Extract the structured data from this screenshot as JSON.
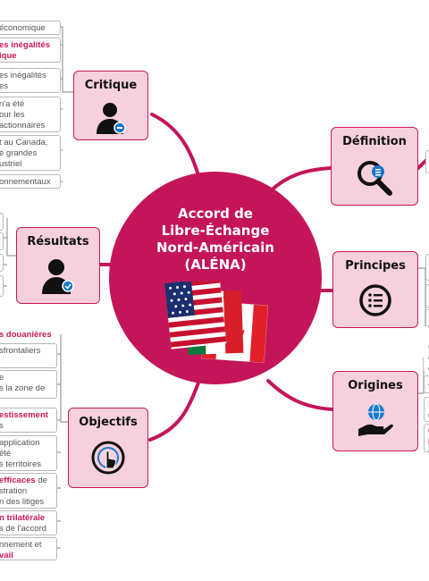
{
  "center": {
    "title_lines": [
      "Accord de",
      "Libre-Échange",
      "Nord-Américain",
      "(ALÉNA)"
    ],
    "image": "us-mexico-canada-flags"
  },
  "colors": {
    "accent": "#c4155a",
    "node_fill": "#f6d0dc",
    "node_border": "#c9195c"
  },
  "topics": {
    "critique": {
      "title": "Critique",
      "icon": "user-minus-icon"
    },
    "definition": {
      "title": "Définition",
      "icon": "search-list-icon"
    },
    "resultats": {
      "title": "Résultats",
      "icon": "user-check-icon"
    },
    "principes": {
      "title": "Principes",
      "icon": "list-circle-icon"
    },
    "objectifs": {
      "title": "Objectifs",
      "icon": "touch-icon"
    },
    "origines": {
      "title": "Origines",
      "icon": "globe-hand-icon"
    }
  },
  "leaves": {
    "critique": [
      [
        "économique",
        ""
      ],
      [
        "es inégalités",
        "em"
      ],
      [
        "ique",
        "em"
      ],
      [
        "es inégalités",
        ""
      ],
      [
        "es",
        ""
      ],
      [
        "n'a été",
        ""
      ],
      [
        "our les",
        ""
      ],
      [
        "actionnaires",
        ""
      ],
      [
        "t au Canada,",
        ""
      ],
      [
        "é grandes",
        ""
      ],
      [
        "ustriel",
        ""
      ],
      [
        "onnementaux",
        ""
      ]
    ],
    "objectifs": [
      [
        "s douanières",
        "em"
      ],
      [
        "sfrontaliers",
        ""
      ],
      [
        "e",
        ""
      ],
      [
        "s la zone de",
        ""
      ],
      [
        "estissement",
        "em"
      ],
      [
        "s",
        ""
      ],
      [
        "application",
        ""
      ],
      [
        "été",
        ""
      ],
      [
        "s territoires",
        ""
      ],
      [
        "efficaces",
        "em"
      ],
      [
        "de",
        ""
      ],
      [
        "stration",
        ""
      ],
      [
        "n des litiges",
        ""
      ],
      [
        "n trilatérale",
        "em"
      ],
      [
        "s de l'accord",
        ""
      ],
      [
        "nnement et",
        ""
      ],
      [
        "vail",
        "em"
      ]
    ],
    "origines": [
      [
        "C",
        ""
      ],
      [
        "c",
        ""
      ],
      [
        "o",
        ""
      ],
      [
        "A",
        ""
      ],
      [
        "I",
        ""
      ],
      [
        "e",
        ""
      ],
      [
        "C",
        "em"
      ],
      [
        "E",
        "em"
      ],
      [
        "M",
        ""
      ]
    ]
  }
}
